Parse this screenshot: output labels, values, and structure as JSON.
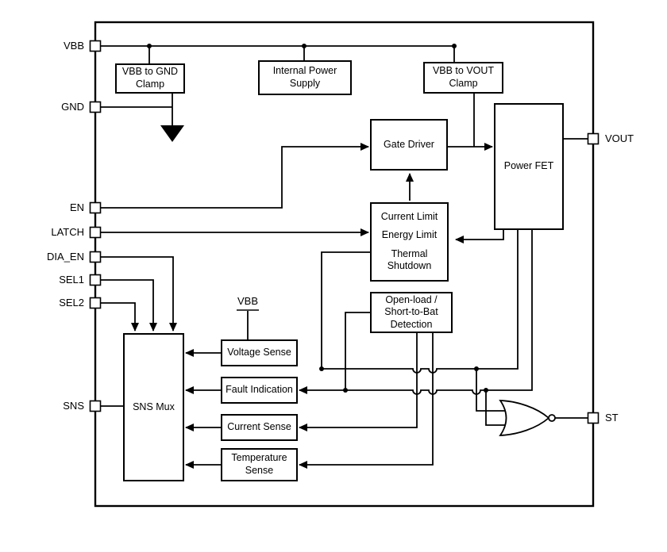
{
  "colors": {
    "line": "#000000",
    "background": "#ffffff"
  },
  "icons": {
    "ground": "ground-symbol",
    "nor_gate": "nor-gate-with-inverting-bubble",
    "junction": "junction-dot",
    "pin": "pin-square"
  },
  "pins": {
    "left": [
      {
        "label": "VBB"
      },
      {
        "label": "GND"
      },
      {
        "label": "EN"
      },
      {
        "label": "LATCH"
      },
      {
        "label": "DIA_EN"
      },
      {
        "label": "SEL1"
      },
      {
        "label": "SEL2"
      },
      {
        "label": "SNS"
      }
    ],
    "right": [
      {
        "label": "VOUT"
      },
      {
        "label": "ST"
      }
    ]
  },
  "labels": {
    "internal_vbb": "VBB"
  },
  "blocks": {
    "vbb_gnd_clamp": {
      "label": "VBB to GND Clamp"
    },
    "internal_power": {
      "label": "Internal Power Supply"
    },
    "vbb_vout_clamp": {
      "label": "VBB to VOUT Clamp"
    },
    "gate_driver": {
      "label": "Gate Driver"
    },
    "power_fet": {
      "label": "Power FET"
    },
    "protection": {
      "lines": [
        "Current Limit",
        "Energy Limit",
        "Thermal Shutdown"
      ]
    },
    "open_load": {
      "label": "Open-load / Short-to-Bat Detection"
    },
    "sns_mux": {
      "label": "SNS Mux"
    },
    "voltage_sense": {
      "label": "Voltage Sense"
    },
    "fault_indication": {
      "label": "Fault Indication"
    },
    "current_sense": {
      "label": "Current Sense"
    },
    "temperature_sense": {
      "label": "Temperature Sense"
    }
  }
}
